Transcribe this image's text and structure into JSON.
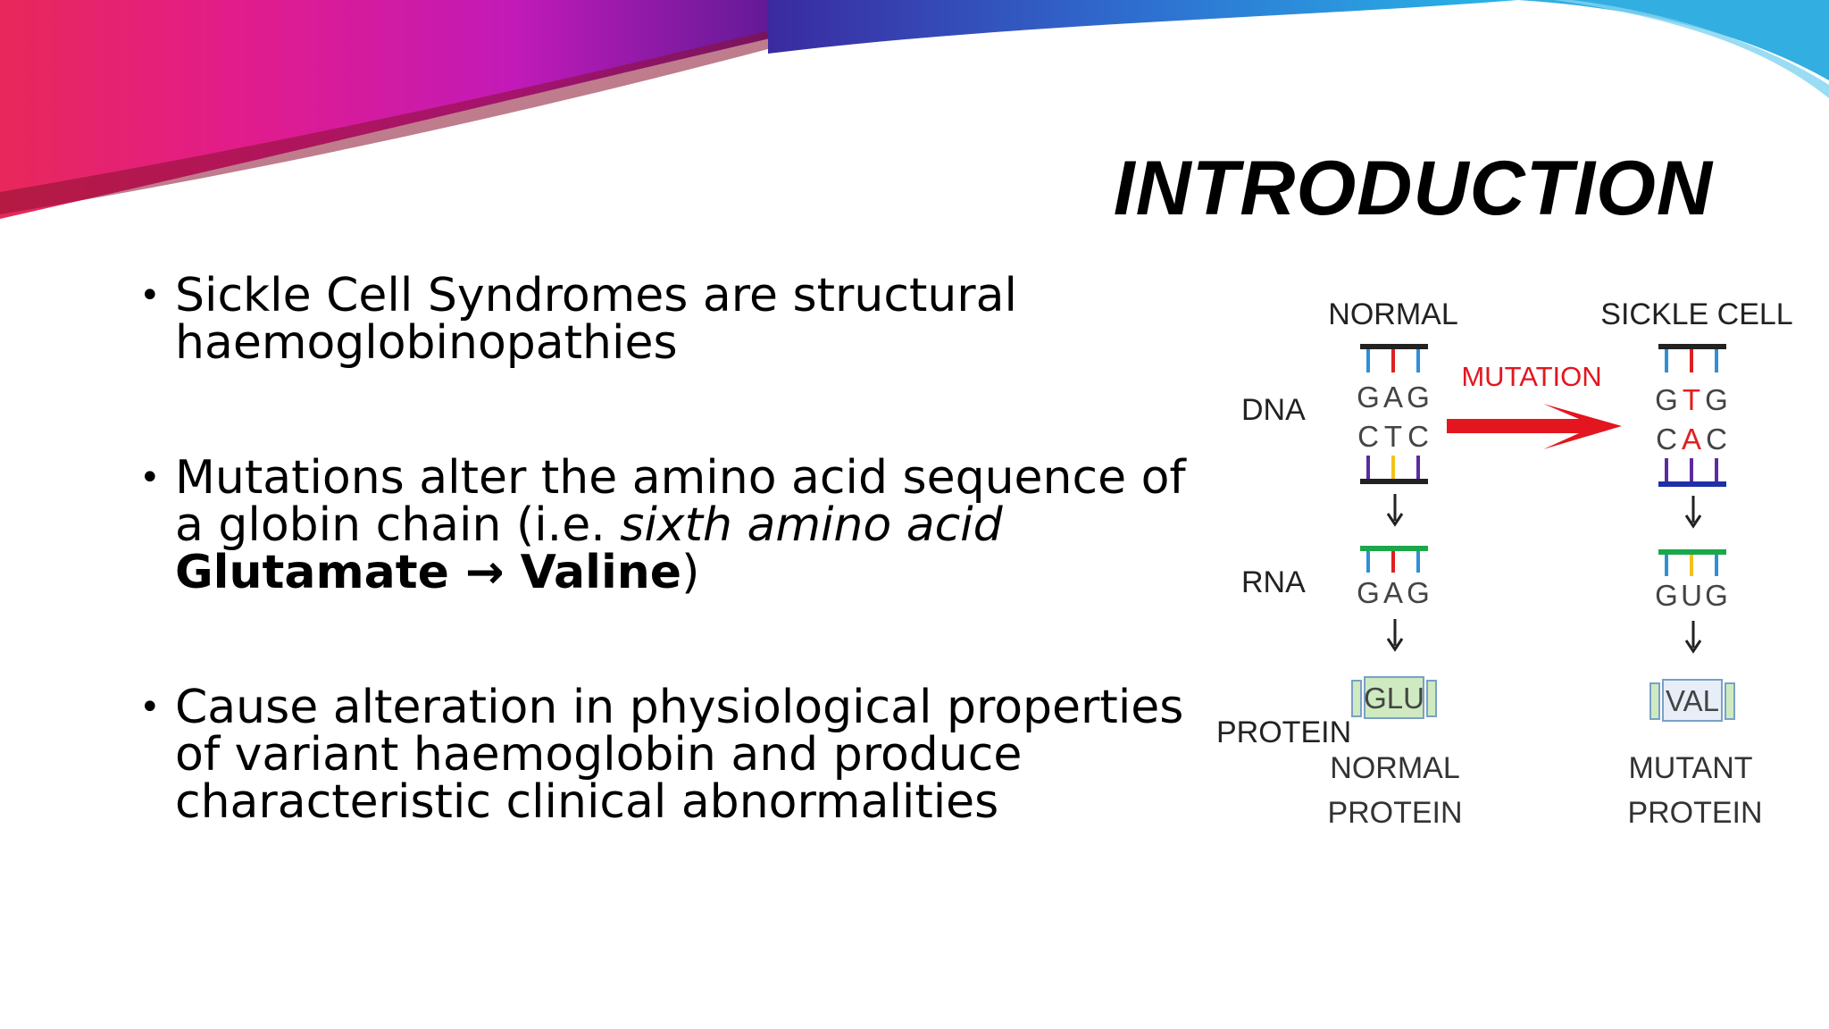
{
  "slide": {
    "title": "INTRODUCTION",
    "bullets": [
      {
        "text": "Sickle Cell Syndromes are structural haemoglobinopathies"
      },
      {
        "text_before": "Mutations alter the amino acid sequence of a globin chain (i.e. ",
        "italic": "sixth amino acid",
        "bold": "Glutamate → Valine",
        "text_after": ")"
      },
      {
        "text": "Cause alteration in physiological properties of variant haemoglobin and produce characteristic clinical abnormalities"
      }
    ]
  },
  "diagram": {
    "row_labels": {
      "dna": "DNA",
      "rna": "RNA",
      "protein": "PROTEIN"
    },
    "normal": {
      "header": "NORMAL",
      "dna_top": [
        "G",
        "A",
        "G"
      ],
      "dna_bottom": [
        "C",
        "T",
        "C"
      ],
      "rna": [
        "G",
        "A",
        "G"
      ],
      "amino_acid": "GLU",
      "caption_line1": "NORMAL",
      "caption_line2": "PROTEIN"
    },
    "sickle": {
      "header": "SICKLE CELL",
      "dna_top": [
        "G",
        "T",
        "G"
      ],
      "dna_bottom": [
        "C",
        "A",
        "C"
      ],
      "rna": [
        "G",
        "U",
        "G"
      ],
      "amino_acid": "VAL",
      "caption_line1": "MUTANT",
      "caption_line2": "PROTEIN"
    },
    "mutation_label": "MUTATION",
    "colors": {
      "mutation": "#e3161f",
      "blue": "#2f8fd8",
      "red": "#e02020",
      "green": "#1aa84a",
      "purple": "#5a2ca0",
      "yellow": "#f2c21a",
      "dark_blue": "#1f2fa8",
      "aa_box": "#cfeac0"
    }
  }
}
